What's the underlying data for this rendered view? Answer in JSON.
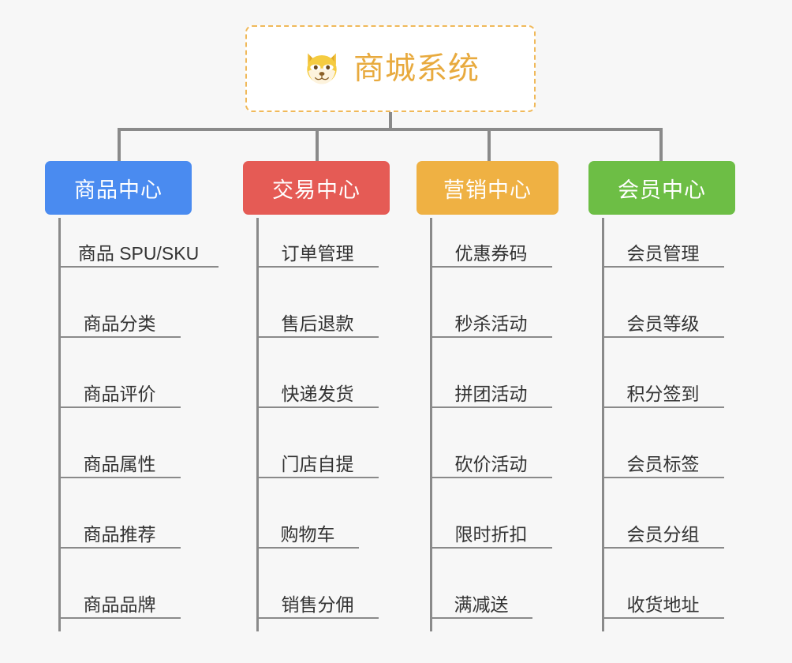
{
  "background": "#f7f7f7",
  "root": {
    "title": "商城系统",
    "icon": "shiba-dog-icon",
    "title_color": "#e8aa3e",
    "border_color": "#f0b95a"
  },
  "connector_color": "#8a8a8a",
  "columns": [
    {
      "id": "product-center",
      "label": "商品中心",
      "color": "#4a8bf0",
      "items": [
        "商品 SPU/SKU",
        "商品分类",
        "商品评价",
        "商品属性",
        "商品推荐",
        "商品品牌"
      ]
    },
    {
      "id": "trade-center",
      "label": "交易中心",
      "color": "#e55b55",
      "items": [
        "订单管理",
        "售后退款",
        "快递发货",
        "门店自提",
        "购物车",
        "销售分佣"
      ]
    },
    {
      "id": "marketing-center",
      "label": "营销中心",
      "color": "#efb143",
      "items": [
        "优惠券码",
        "秒杀活动",
        "拼团活动",
        "砍价活动",
        "限时折扣",
        "满减送"
      ]
    },
    {
      "id": "member-center",
      "label": "会员中心",
      "color": "#6dbe45",
      "items": [
        "会员管理",
        "会员等级",
        "积分签到",
        "会员标签",
        "会员分组",
        "收货地址"
      ]
    }
  ]
}
